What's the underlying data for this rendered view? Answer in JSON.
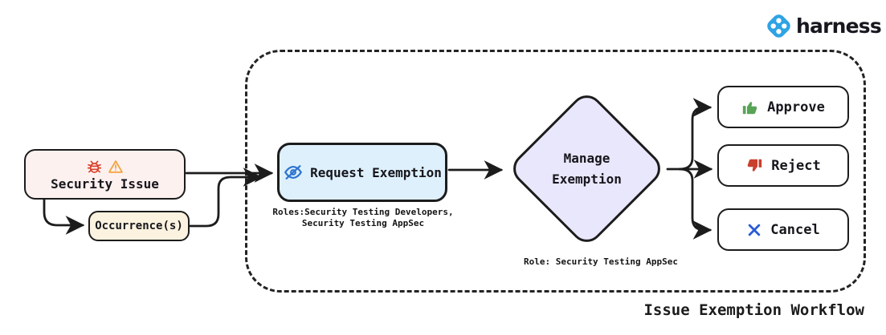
{
  "brand": {
    "name": "harness",
    "icon": "harness-logo-icon",
    "logo_color": "#2fa3e3",
    "text_color": "#17171f"
  },
  "workflow": {
    "title": "Issue Exemption Workflow"
  },
  "nodes": {
    "security_issue": {
      "label": "Security Issue",
      "fill": "#fdf1ef",
      "icons": [
        "bug-icon",
        "warning-icon"
      ],
      "bug_color": "#d8402c",
      "warning_color": "#f2a33c"
    },
    "occurrence": {
      "label": "Occurrence(s)",
      "fill": "#fbf2df"
    },
    "request_exemption": {
      "label": "Request Exemption",
      "fill": "#def0fc",
      "icon": "eye-slash-icon",
      "icon_color": "#2e74cf",
      "roles_note": [
        "Roles:Security Testing Developers,",
        "Security Testing AppSec"
      ]
    },
    "manage_exemption": {
      "label": "Manage Exemption",
      "fill": "#e9e7fb",
      "role_note": "Role: Security Testing AppSec"
    },
    "approve": {
      "label": "Approve",
      "icon": "thumbs-up-icon",
      "icon_color": "#57a457"
    },
    "reject": {
      "label": "Reject",
      "icon": "thumbs-down-icon",
      "icon_color": "#c8402c"
    },
    "cancel": {
      "label": "Cancel",
      "icon": "x-icon",
      "icon_color": "#2b5bd7"
    }
  },
  "style": {
    "line_color": "#1c1c1c",
    "container_border": "dashed"
  }
}
